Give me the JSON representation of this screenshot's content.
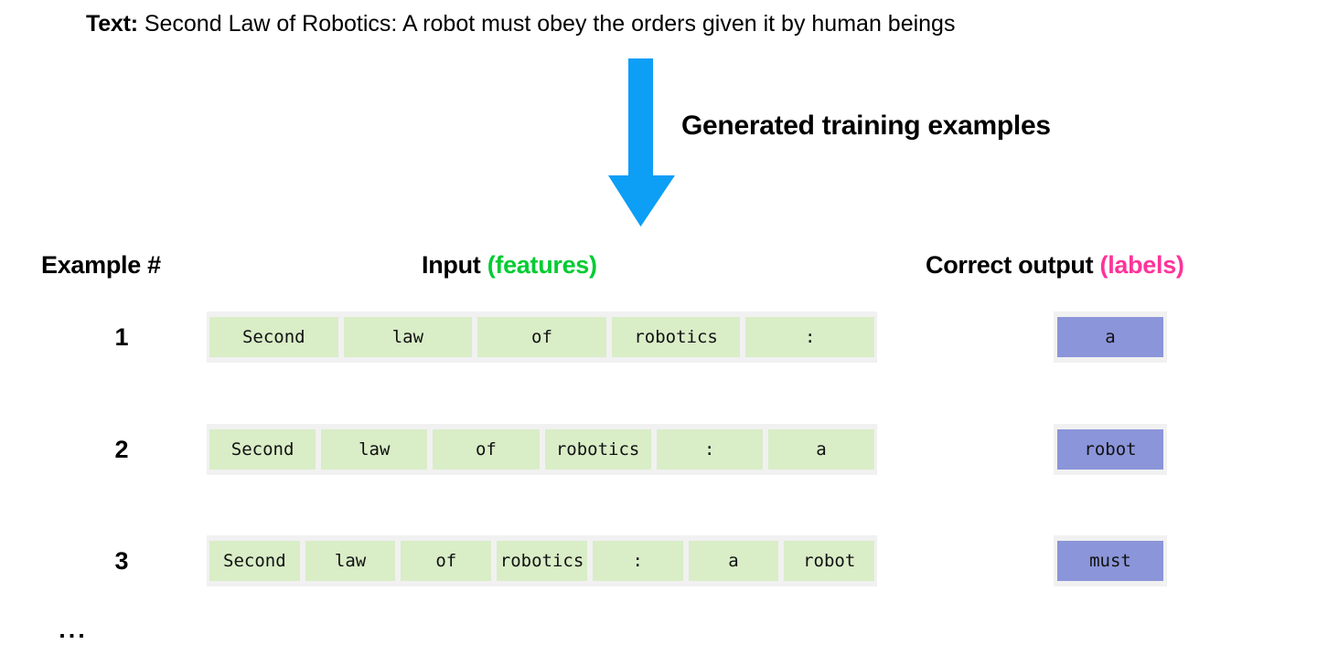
{
  "source": {
    "label": "Text:",
    "sentence": "Second Law of Robotics: A robot must obey the orders given it by human beings"
  },
  "flow": {
    "arrow_icon": "down-arrow-icon",
    "arrow_color": "#0d9ef5",
    "caption": "Generated training examples"
  },
  "headers": {
    "example": "Example #",
    "input_main": "Input",
    "input_accent": "(features)",
    "input_accent_color": "#00cc33",
    "output_main": "Correct output",
    "output_accent": "(labels)",
    "output_accent_color": "#ff3399"
  },
  "palette": {
    "feature_cell": "#d9edc7",
    "label_cell": "#8b95d9",
    "strip_background": "#f1f1f1"
  },
  "rows": [
    {
      "number": "1",
      "features": [
        "Second",
        "law",
        "of",
        "robotics",
        ":"
      ],
      "label": "a"
    },
    {
      "number": "2",
      "features": [
        "Second",
        "law",
        "of",
        "robotics",
        ":",
        "a"
      ],
      "label": "robot"
    },
    {
      "number": "3",
      "features": [
        "Second",
        "law",
        "of",
        "robotics",
        ":",
        "a",
        "robot"
      ],
      "label": "must"
    }
  ],
  "continuation": "..."
}
